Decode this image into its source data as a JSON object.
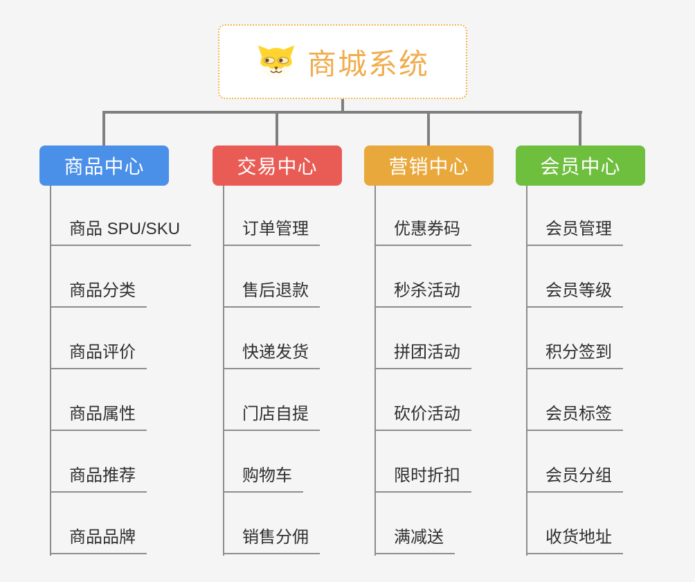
{
  "root": {
    "title": "商城系统",
    "icon": "doge-icon"
  },
  "branches": [
    {
      "label": "商品中心",
      "color": "#4A8FE8",
      "items": [
        "商品 SPU/SKU",
        "商品分类",
        "商品评价",
        "商品属性",
        "商品推荐",
        "商品品牌"
      ]
    },
    {
      "label": "交易中心",
      "color": "#E95B55",
      "items": [
        "订单管理",
        "售后退款",
        "快递发货",
        "门店自提",
        "购物车",
        "销售分佣"
      ]
    },
    {
      "label": "营销中心",
      "color": "#E9A83C",
      "items": [
        "优惠券码",
        "秒杀活动",
        "拼团活动",
        "砍价活动",
        "限时折扣",
        "满减送"
      ]
    },
    {
      "label": "会员中心",
      "color": "#6FBF3F",
      "items": [
        "会员管理",
        "会员等级",
        "积分签到",
        "会员标签",
        "会员分组",
        "收货地址"
      ]
    }
  ],
  "colors": {
    "background": "#F5F5F6",
    "connector": "#7F7F7F",
    "item_line": "#8C8C8C",
    "item_text": "#2F2F2F",
    "root_text": "#F0AD4E",
    "root_border": "#F3B14E"
  }
}
